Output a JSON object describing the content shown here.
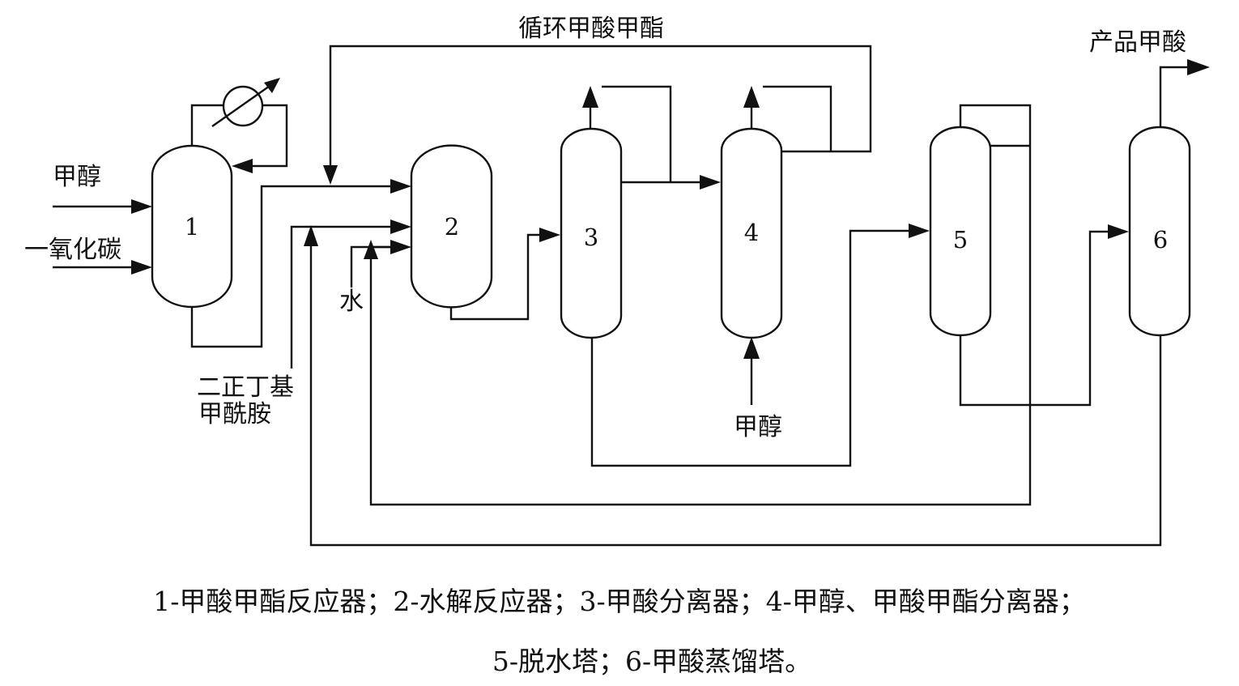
{
  "units": [
    {
      "id": "1",
      "number": "1"
    },
    {
      "id": "2",
      "number": "2"
    },
    {
      "id": "3",
      "number": "3"
    },
    {
      "id": "4",
      "number": "4"
    },
    {
      "id": "5",
      "number": "5"
    },
    {
      "id": "6",
      "number": "6"
    }
  ],
  "streams": {
    "methanol_feed": "甲醇",
    "carbon_monoxide": "一氧化碳",
    "recycle_methyl_formate": "循环甲酸甲酯",
    "water": "水",
    "dibutylformamide_line1": "二正丁基",
    "dibutylformamide_line2": "甲酰胺",
    "methanol_to_4": "甲醇",
    "product_formic_acid": "产品甲酸"
  },
  "caption": {
    "line1": "1-甲酸甲酯反应器；2-水解反应器；3-甲酸分离器；4-甲醇、甲酸甲酯分离器；",
    "line2": "5-脱水塔；6-甲酸蒸馏塔。"
  }
}
